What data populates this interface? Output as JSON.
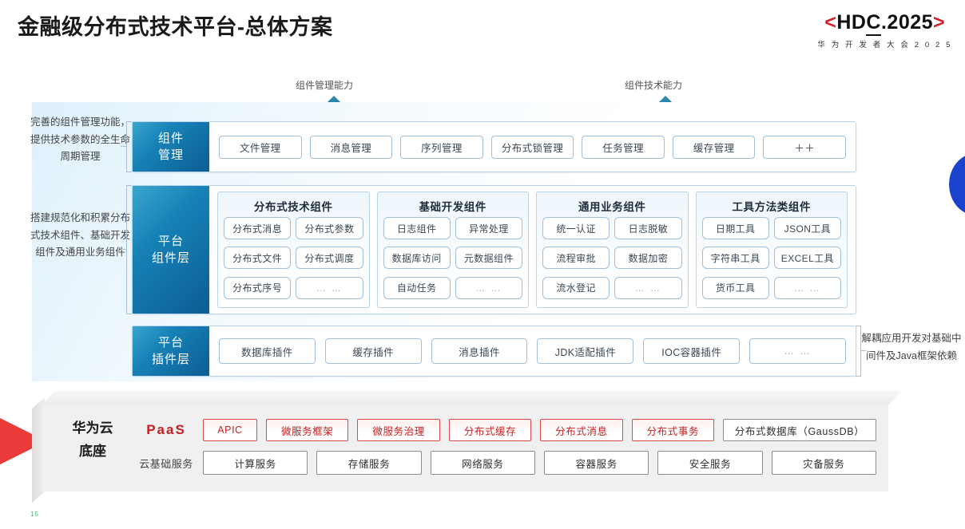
{
  "header": {
    "title": "金融级分布式技术平台-总体方案",
    "logo": {
      "left_bracket": "<",
      "main": "HDC.2025",
      "main_prefix": "HD",
      "main_underlined": "C",
      "main_suffix": ".2025",
      "right_bracket": ">",
      "subtitle": "华 为 开 发 者 大 会 2 0 2 5"
    }
  },
  "callouts": {
    "arrow_left_label": "组件管理能力",
    "arrow_right_label": "组件技术能力"
  },
  "annotations": {
    "left_top": "完善的组件管理功能，提供技术参数的全生命周期管理",
    "left_bottom": "搭建规范化和积累分布式技术组件、基础开发组件及通用业务组件",
    "right": "解耦应用开发对基础中间件及Java框架依赖"
  },
  "rows": {
    "component_management": {
      "label": "组件管理",
      "label_line1": "组件",
      "label_line2": "管理",
      "items": [
        "文件管理",
        "消息管理",
        "序列管理",
        "分布式锁管理",
        "任务管理",
        "缓存管理",
        "＋＋"
      ]
    },
    "platform_component": {
      "label": "平台组件层",
      "label_line1": "平台",
      "label_line2": "组件层",
      "groups": [
        {
          "title": "分布式技术组件",
          "items": [
            "分布式消息",
            "分布式参数",
            "分布式文件",
            "分布式调度",
            "分布式序号",
            "… …"
          ]
        },
        {
          "title": "基础开发组件",
          "items": [
            "日志组件",
            "异常处理",
            "数据库访问",
            "元数据组件",
            "自动任务",
            "… …"
          ]
        },
        {
          "title": "通用业务组件",
          "items": [
            "统一认证",
            "日志脱敏",
            "流程审批",
            "数据加密",
            "流水登记",
            "… …"
          ]
        },
        {
          "title": "工具方法类组件",
          "items": [
            "日期工具",
            "JSON工具",
            "字符串工具",
            "EXCEL工具",
            "货币工具",
            "… …"
          ]
        }
      ]
    },
    "platform_plugin": {
      "label": "平台插件层",
      "label_line1": "平台",
      "label_line2": "插件层",
      "items": [
        "数据库插件",
        "缓存插件",
        "消息插件",
        "JDK适配插件",
        "IOC容器插件",
        "… …"
      ]
    }
  },
  "base": {
    "label_line1": "华为云",
    "label_line2": "底座",
    "tiers": [
      {
        "name": "PaaS",
        "style": "red",
        "items": [
          {
            "label": "APIC",
            "style": "red"
          },
          {
            "label": "微服务框架",
            "style": "red"
          },
          {
            "label": "微服务治理",
            "style": "red"
          },
          {
            "label": "分布式缓存",
            "style": "red"
          },
          {
            "label": "分布式消息",
            "style": "red"
          },
          {
            "label": "分布式事务",
            "style": "red"
          },
          {
            "label": "分布式数据库（GaussDB）",
            "style": "gray"
          }
        ]
      },
      {
        "name": "云基础服务",
        "style": "gray",
        "items": [
          {
            "label": "计算服务",
            "style": "gray"
          },
          {
            "label": "存储服务",
            "style": "gray"
          },
          {
            "label": "网络服务",
            "style": "gray"
          },
          {
            "label": "容器服务",
            "style": "gray"
          },
          {
            "label": "安全服务",
            "style": "gray"
          },
          {
            "label": "灾备服务",
            "style": "gray"
          }
        ]
      }
    ]
  },
  "colors": {
    "brand_red": "#c81e20",
    "accent_blue": "#0c5d93",
    "arrow_blue": "#1d7ba8",
    "deco_blue": "#1b42cf",
    "deco_red": "#ea3a3a"
  },
  "page_number": "15"
}
